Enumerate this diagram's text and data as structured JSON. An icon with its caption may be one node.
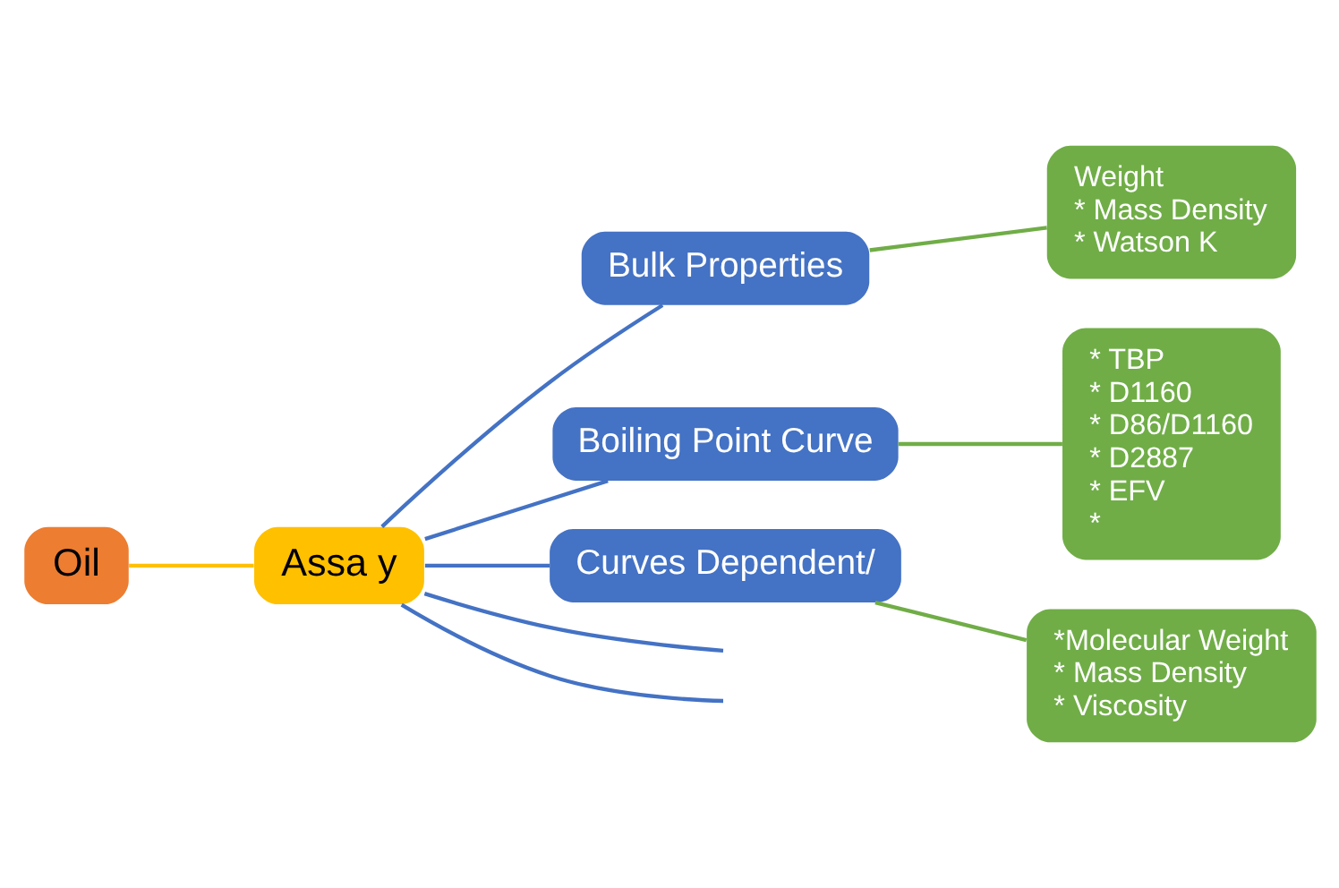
{
  "diagram": {
    "nodes": [
      {
        "text": [
          "Oil"
        ]
      },
      {
        "text": [
          "Assa y"
        ]
      },
      {
        "text": [
          "Bulk Properties"
        ]
      },
      {
        "text": [
          "Boiling Point Curve"
        ]
      },
      {
        "text": [
          "Curves Dependent/"
        ]
      },
      {
        "text": [
          "Weight",
          "* Mass Density",
          "* Watson K"
        ]
      },
      {
        "text": [
          "* TBP",
          "* D1160",
          "* D86/D1160",
          "* D2887",
          "* EFV",
          "*"
        ]
      },
      {
        "text": [
          "*Molecular Weight",
          "* Mass Density",
          "* Viscosity"
        ]
      }
    ],
    "edges": [
      {
        "from": 0,
        "to": 1,
        "arrow": "none",
        "color": "#ffc000"
      },
      {
        "from": 1,
        "to": null,
        "arrow": "none"
      },
      {
        "from": 1,
        "to": 2,
        "arrow": "none"
      },
      {
        "from": 1,
        "to": 3,
        "arrow": "none"
      },
      {
        "from": 1,
        "to": 4,
        "arrow": "none"
      },
      {
        "from": 1,
        "to": null,
        "arrow": "none"
      },
      {
        "from": 2,
        "to": 5,
        "arrow": "none",
        "color": "#70ad47"
      },
      {
        "from": 3,
        "to": 6,
        "arrow": "none",
        "color": "#70ad47"
      },
      {
        "from": 4,
        "to": 7,
        "arrow": "none",
        "color": "#70ad47"
      }
    ]
  }
}
